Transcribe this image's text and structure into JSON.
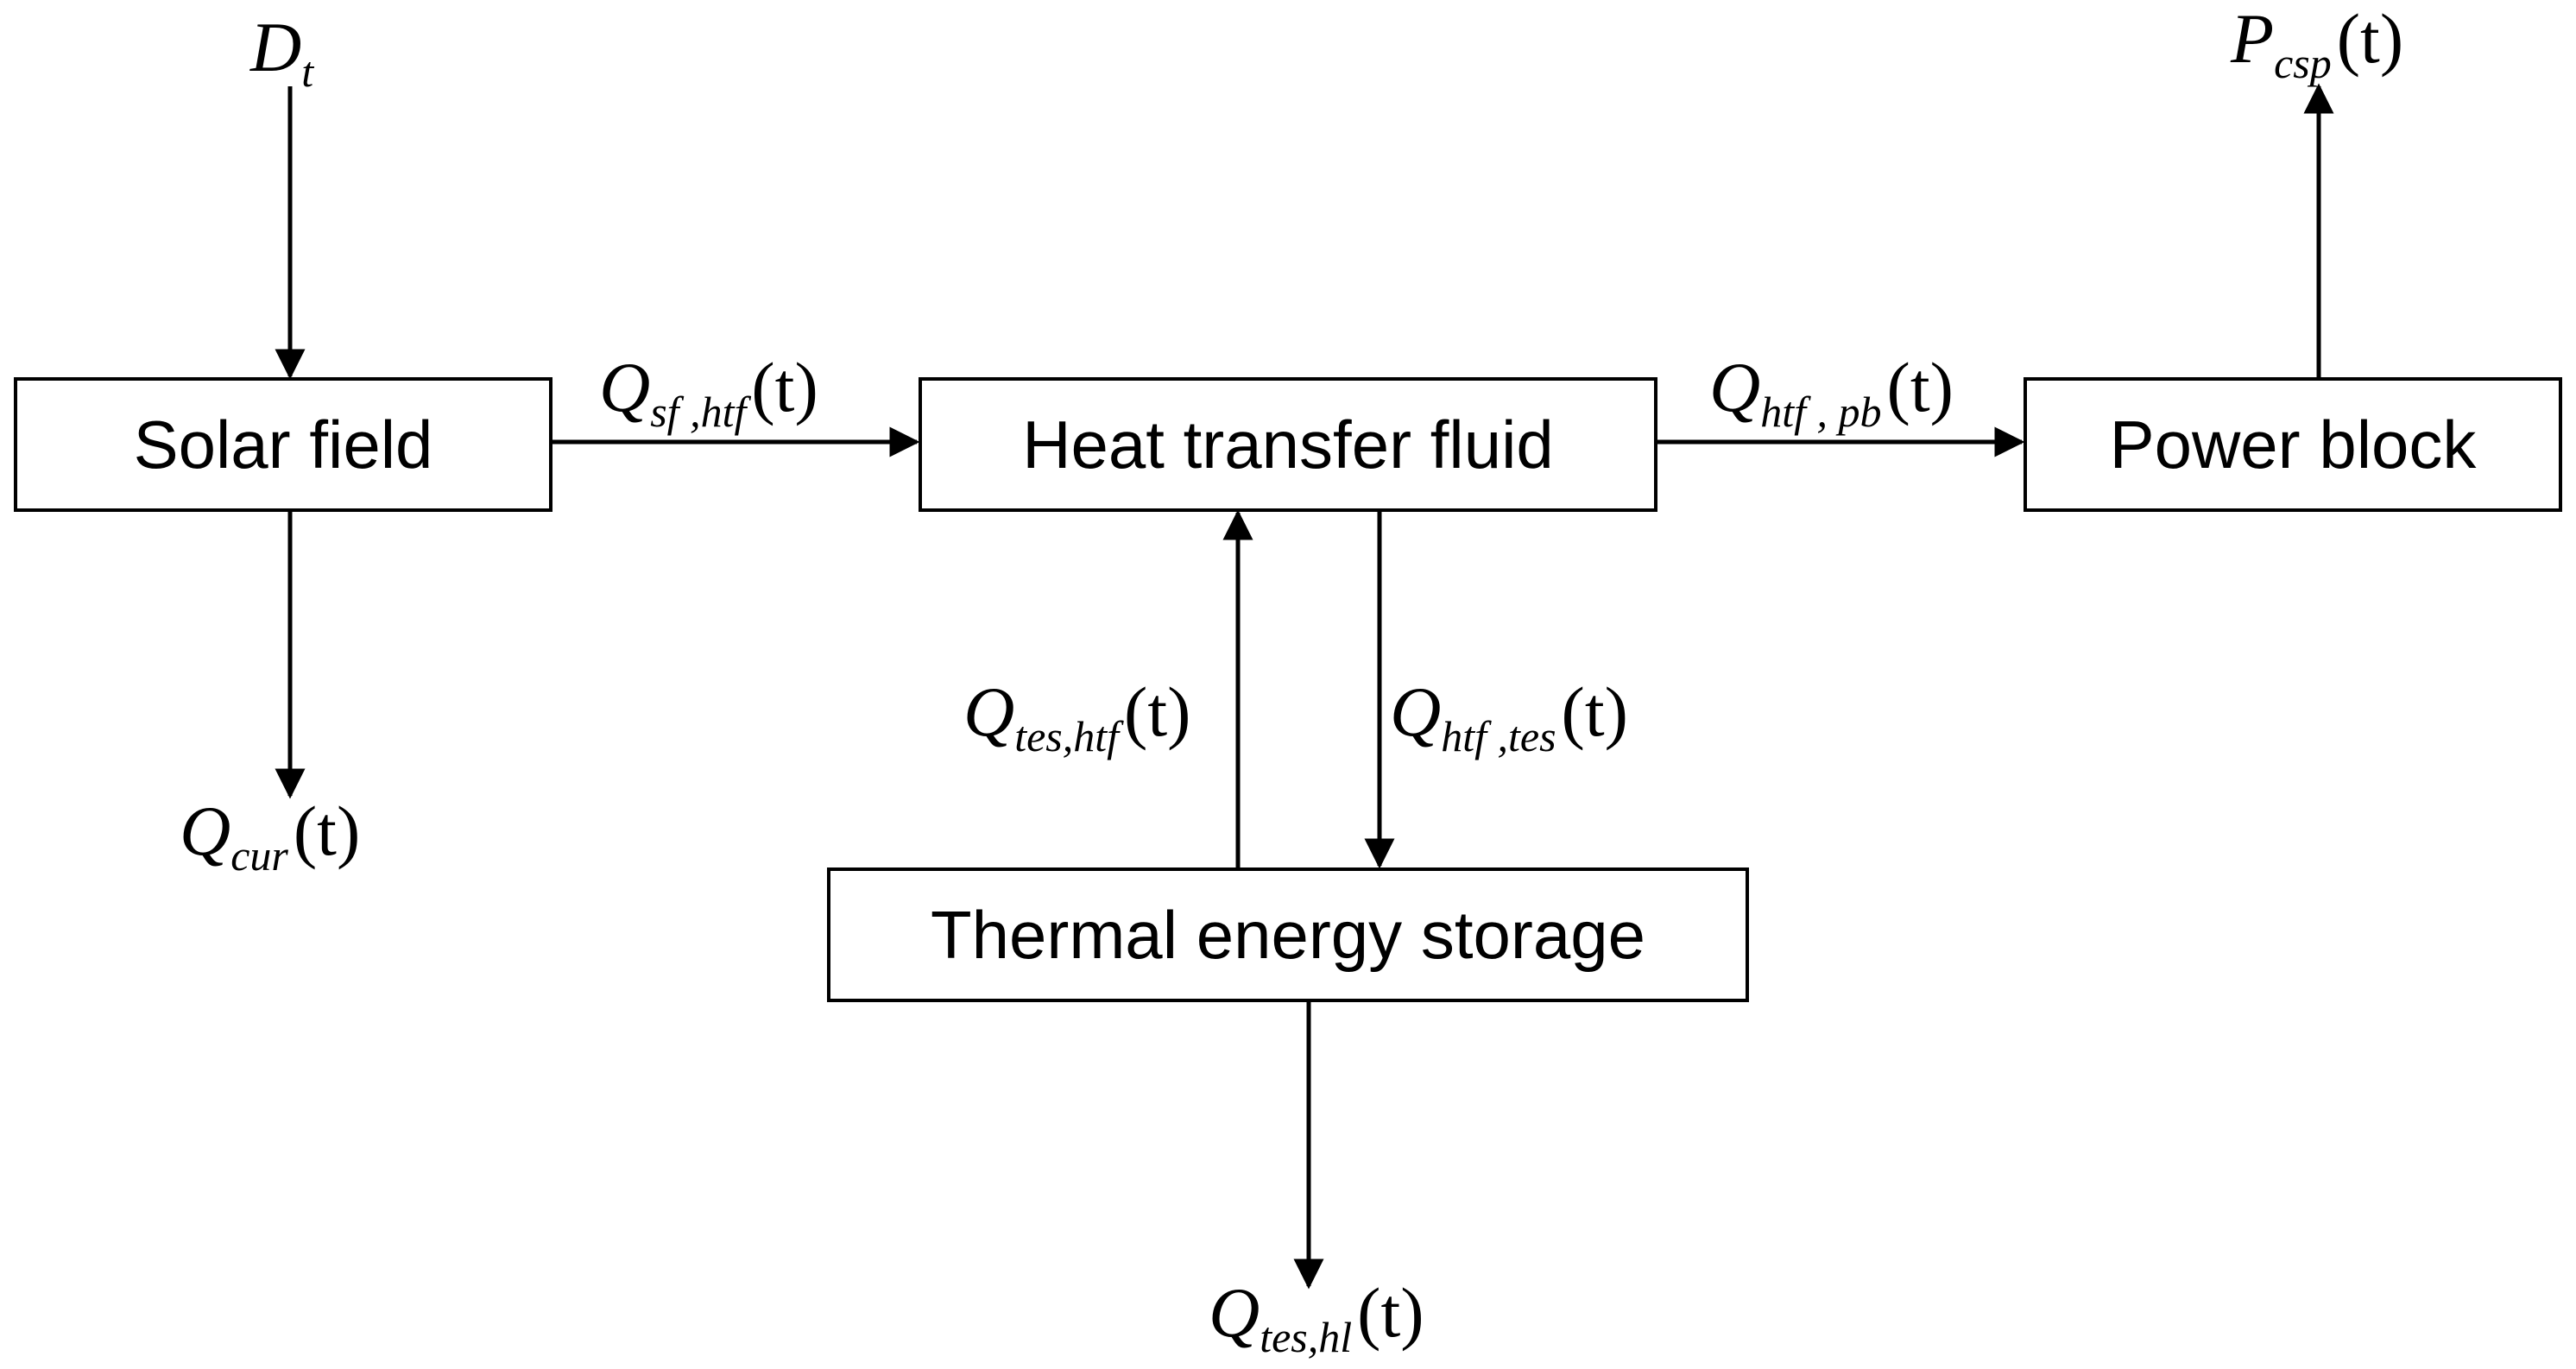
{
  "boxes": {
    "solar_field": "Solar field",
    "heat_transfer_fluid": "Heat transfer fluid",
    "power_block": "Power block",
    "thermal_energy_storage": "Thermal energy storage"
  },
  "labels": {
    "d_t": {
      "main": "D",
      "sub": "t",
      "arg": ""
    },
    "p_csp": {
      "main": "P",
      "sub": "csp",
      "arg": "(t)"
    },
    "q_sf_htf": {
      "main": "Q",
      "sub": "sf ,htf",
      "arg": "(t)"
    },
    "q_htf_pb": {
      "main": "Q",
      "sub": "htf , pb",
      "arg": "(t)"
    },
    "q_cur": {
      "main": "Q",
      "sub": "cur",
      "arg": "(t)"
    },
    "q_tes_htf": {
      "main": "Q",
      "sub": "tes,htf",
      "arg": "(t)"
    },
    "q_htf_tes": {
      "main": "Q",
      "sub": "htf ,tes",
      "arg": "(t)"
    },
    "q_tes_hl": {
      "main": "Q",
      "sub": "tes,hl",
      "arg": "(t)"
    }
  },
  "colors": {
    "stroke": "#000000",
    "background": "#ffffff"
  }
}
